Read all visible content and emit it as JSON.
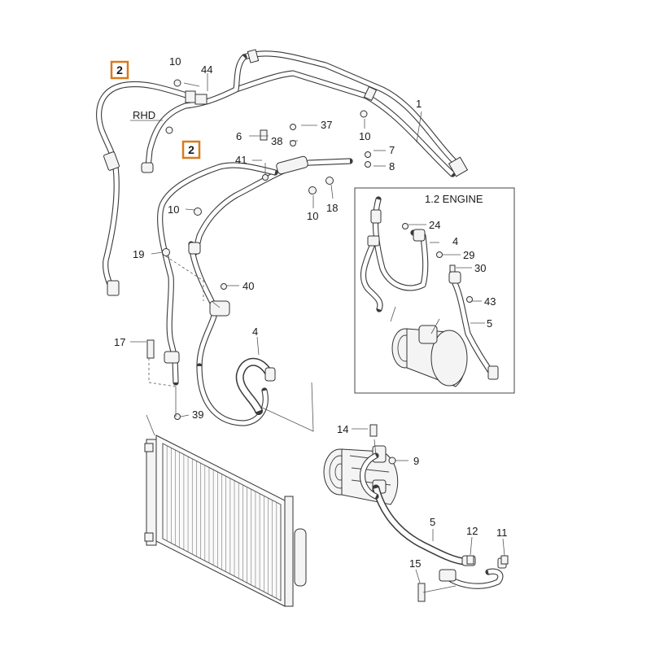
{
  "callouts": {
    "upper_left": "2",
    "middle": "2"
  },
  "labels": {
    "rhd": "RHD",
    "p1": "1",
    "p4": "4",
    "p5": "5",
    "p6": "6",
    "p7": "7",
    "p8": "8",
    "p9": "9",
    "p10a": "10",
    "p10b": "10",
    "p10c": "10",
    "p10d": "10",
    "p11": "11",
    "p12": "12",
    "p14": "14",
    "p15": "15",
    "p17": "17",
    "p18": "18",
    "p19": "19",
    "p37": "37",
    "p38": "38",
    "p39": "39",
    "p40": "40",
    "p41": "41",
    "p44": "44"
  },
  "inset": {
    "title": "1.2 ENGINE",
    "p24": "24",
    "p4": "4",
    "p29": "29",
    "p30": "30",
    "p43": "43",
    "p5": "5"
  },
  "colors": {
    "callout_border": "#d97a1c",
    "line": "#3a3a3a"
  }
}
